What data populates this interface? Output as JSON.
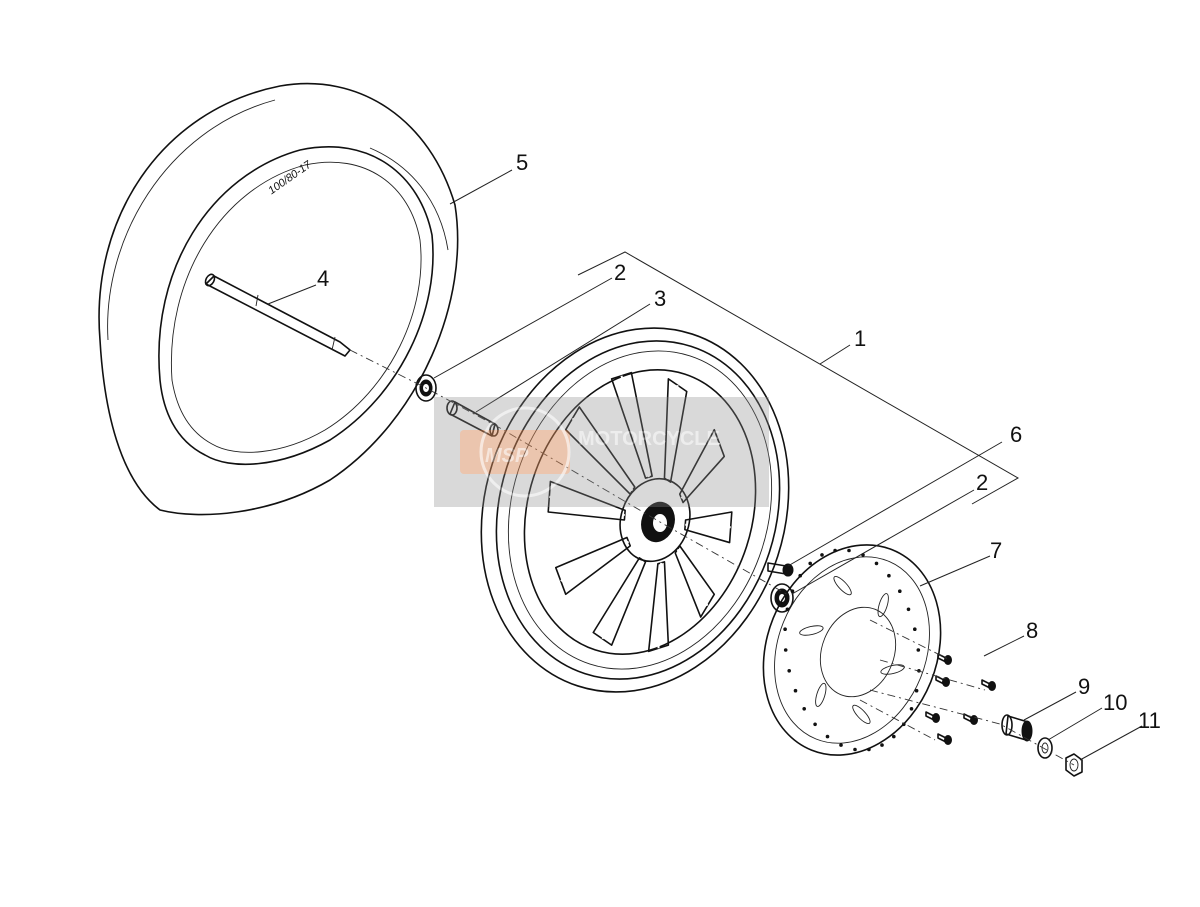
{
  "tire_marking": "100/80-17",
  "watermark": {
    "logo_text": "MSP",
    "brand_text": "MOTORCYCLE",
    "band_color": "#8a8a8a",
    "accent_color": "#e58a52"
  },
  "callouts": [
    {
      "id": "c5",
      "label": "5"
    },
    {
      "id": "c4",
      "label": "4"
    },
    {
      "id": "c2a",
      "label": "2"
    },
    {
      "id": "c3",
      "label": "3"
    },
    {
      "id": "c1",
      "label": "1"
    },
    {
      "id": "c6",
      "label": "6"
    },
    {
      "id": "c2b",
      "label": "2"
    },
    {
      "id": "c7",
      "label": "7"
    },
    {
      "id": "c8",
      "label": "8"
    },
    {
      "id": "c9",
      "label": "9"
    },
    {
      "id": "c10",
      "label": "10"
    },
    {
      "id": "c11",
      "label": "11"
    }
  ]
}
